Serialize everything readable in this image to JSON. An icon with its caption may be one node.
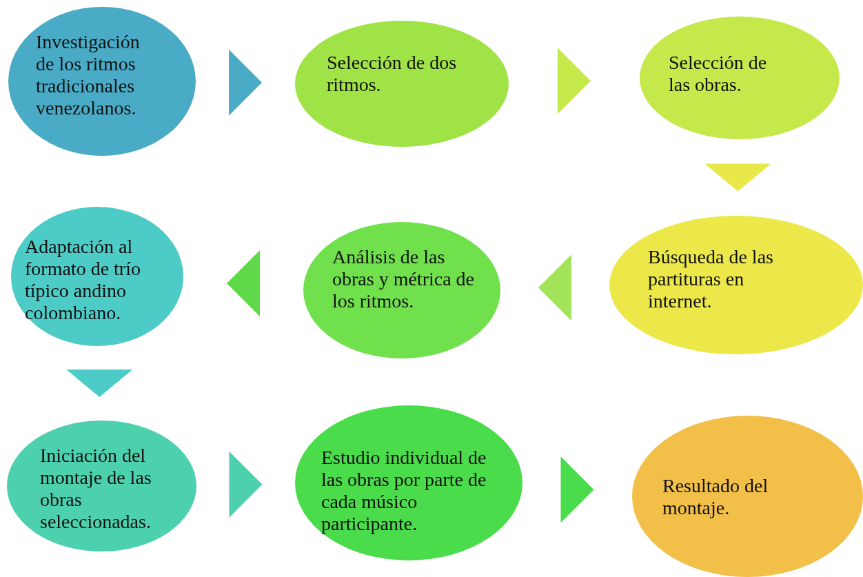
{
  "diagram": {
    "nodes": [
      {
        "text": [
          "Investigación de los ritmos tradicionales venezolanos."
        ]
      },
      {
        "text": [
          "Selección de dos ritmos."
        ]
      },
      {
        "text": [
          "Selección de las obras."
        ]
      },
      {
        "text": [
          "Búsqueda de las partituras en internet."
        ]
      },
      {
        "text": [
          "Análisis de las obras y métrica de los ritmos."
        ]
      },
      {
        "text": [
          "Adaptación al formato de trío típico andino colombiano."
        ]
      },
      {
        "text": [
          "Iniciación del montaje de las obras seleccionadas."
        ]
      },
      {
        "text": [
          "Estudio individual de las obras por parte de cada músico participante."
        ]
      },
      {
        "text": [
          "Resultado del montaje."
        ]
      }
    ],
    "edges": [
      {
        "from": 0,
        "to": 1,
        "arrow": "to",
        "color": "#4aabc6"
      },
      {
        "from": 1,
        "to": 2,
        "arrow": "to",
        "color": "#c5e84a"
      },
      {
        "from": 2,
        "to": 3,
        "arrow": "to",
        "color": "#e8e84a"
      },
      {
        "from": 3,
        "to": 4,
        "arrow": "to",
        "color": "#a2e35a"
      },
      {
        "from": 4,
        "to": 5,
        "arrow": "to",
        "color": "#5fd84a"
      },
      {
        "from": 5,
        "to": 6,
        "arrow": "to",
        "color": "#4dcbc6"
      },
      {
        "from": 6,
        "to": 7,
        "arrow": "to",
        "color": "#4dd0ad"
      },
      {
        "from": 7,
        "to": 8,
        "arrow": "to",
        "color": "#4bdc4b"
      }
    ]
  }
}
